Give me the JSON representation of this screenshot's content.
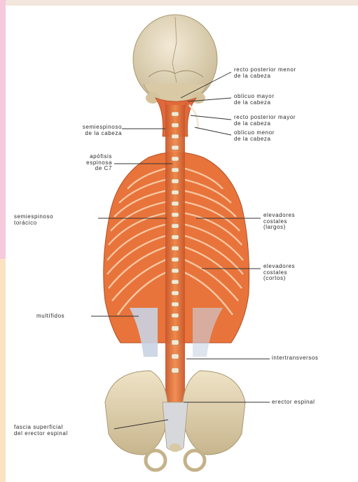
{
  "figure": {
    "labels_right": [
      {
        "id": "recto-menor",
        "text": "recto posterior menor\nde la cabeza"
      },
      {
        "id": "oblicuo-mayor",
        "text": "oblicuo mayor\nde la cabeza"
      },
      {
        "id": "recto-mayor",
        "text": "recto posterior mayor\nde la cabeza"
      },
      {
        "id": "oblicuo-menor",
        "text": "oblicuo menor\nde la cabeza"
      },
      {
        "id": "elevadores-largos",
        "text": "elevadores\ncostales\n(largos)"
      },
      {
        "id": "elevadores-cortos",
        "text": "elevadores\ncostales\n(cortos)"
      },
      {
        "id": "intertransversos",
        "text": "intertransversos"
      },
      {
        "id": "erector",
        "text": "erector espinal"
      }
    ],
    "labels_left": [
      {
        "id": "semiespinoso-cabeza",
        "text": "semiespinoso\nde la cabeza"
      },
      {
        "id": "apofisis",
        "text": "apófisis\nespinosa\nde C7"
      },
      {
        "id": "semiespinoso-toracico",
        "text": "semiespinoso\ntorácico"
      },
      {
        "id": "multifidos",
        "text": "multífidos"
      },
      {
        "id": "fascia",
        "text": "fascia superficial\ndel erector espinal"
      }
    ]
  },
  "colors": {
    "muscle": "#e8743b",
    "muscle_dark": "#c9562a",
    "bone": "#e9dcc0",
    "bone_shade": "#cdbb96",
    "fascia": "#c9d3e3"
  }
}
